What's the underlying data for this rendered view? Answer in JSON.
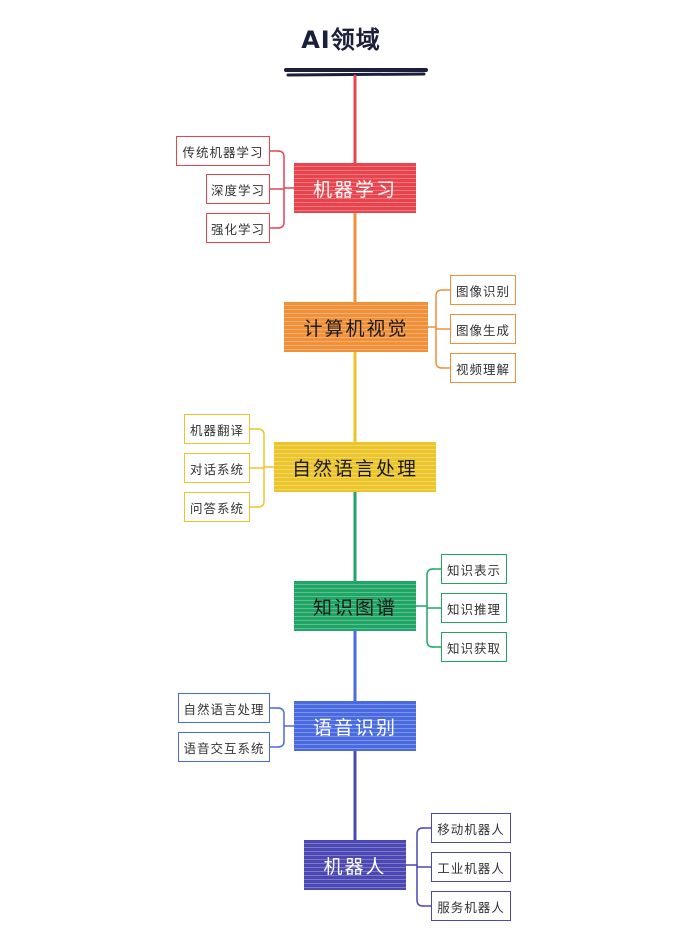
{
  "title": "AI领域",
  "colors": {
    "title_bar": "#1b1f3b",
    "spine_top": "#e8444d"
  },
  "branches": [
    {
      "label": "机器学习",
      "color": "#e8444d",
      "side": "left",
      "children": [
        "传统机器学习",
        "深度学习",
        "强化学习"
      ]
    },
    {
      "label": "计算机视觉",
      "color": "#f0913a",
      "side": "right",
      "children": [
        "图像识别",
        "图像生成",
        "视频理解"
      ]
    },
    {
      "label": "自然语言处理",
      "color": "#ecc52a",
      "side": "left",
      "children": [
        "机器翻译",
        "对话系统",
        "问答系统"
      ]
    },
    {
      "label": "知识图谱",
      "color": "#1fa565",
      "side": "right",
      "children": [
        "知识表示",
        "知识推理",
        "知识获取"
      ]
    },
    {
      "label": "语音识别",
      "color": "#4a6ae0",
      "side": "left",
      "children": [
        "自然语言处理",
        "语音交互系统"
      ]
    },
    {
      "label": "机器人",
      "color": "#4b47b3",
      "side": "right",
      "children": [
        "移动机器人",
        "工业机器人",
        "服务机器人"
      ]
    }
  ]
}
